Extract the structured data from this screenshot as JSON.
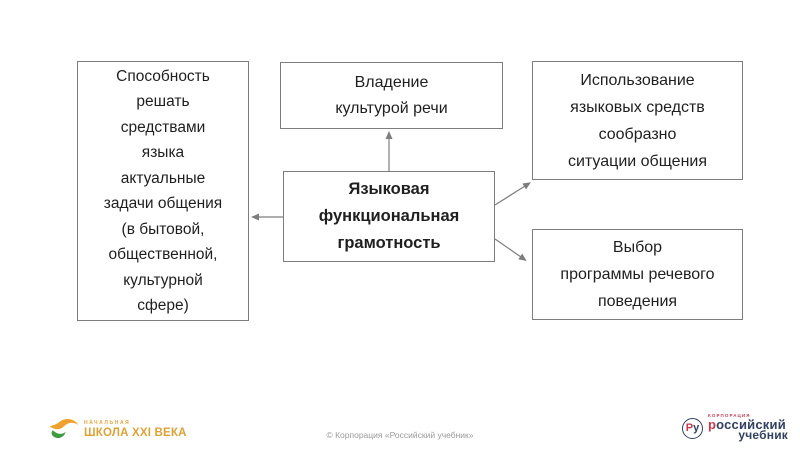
{
  "diagram": {
    "boxes": {
      "center": "Языковая\nфункциональная\nграмотность",
      "top": "Владение\nкультурой речи",
      "left": "Способность\nрешать\nсредствами\nязыка\nактуальные\nзадачи общения\n(в бытовой,\nобщественной,\nкультурной\nсфере)",
      "top_right": "Использование\nязыковых средств\nсообразно\nситуации общения",
      "bottom_right": "Выбор\nпрограммы речевого\nповедения"
    },
    "colors": {
      "box_border": "#7d7d7d",
      "box_text": "#1f1f1f",
      "arrow": "#7d7d7d",
      "background": "#ffffff"
    }
  },
  "footer": {
    "copyright": "© Корпорация «Российский учебник»",
    "school_logo": {
      "top_label": "НАЧАЛЬНАЯ",
      "bottom_label": "ШКОЛА XXI ВЕКА",
      "wing_orange": "#f0a12d",
      "wing_green": "#3f9a44",
      "text_gold": "#dba238"
    },
    "publisher_logo": {
      "monogram_first": "Р",
      "monogram_second": "у",
      "corp_label": "КОРПОРАЦИЯ",
      "name_first_letter": "р",
      "name_rest": "оссийский",
      "name_line2": "учебник",
      "red": "#c23a50",
      "navy": "#32415f"
    }
  }
}
